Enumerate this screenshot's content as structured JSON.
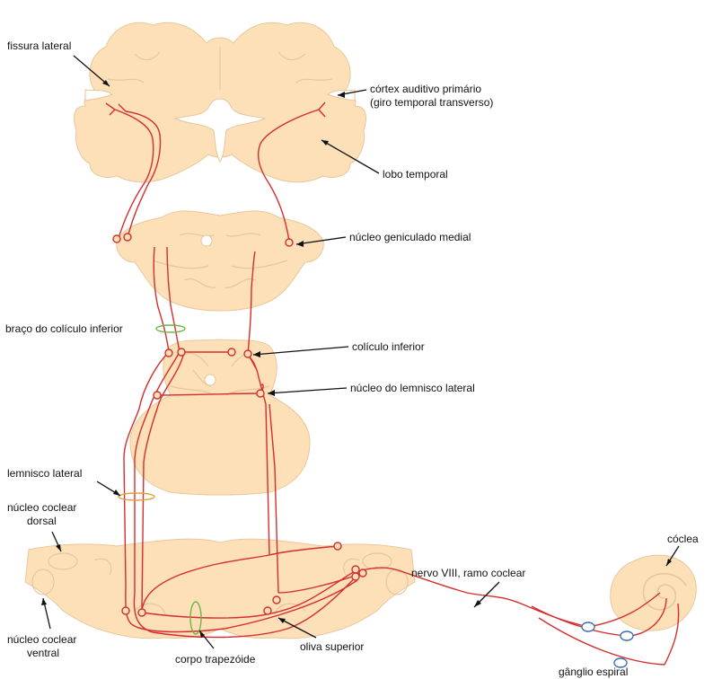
{
  "labels": {
    "fissura_lateral": "fissura lateral",
    "cortex_line1": "córtex auditivo primário",
    "cortex_line2": "(giro temporal transverso)",
    "lobo_temporal": "lobo temporal",
    "geniculado": "núcleo geniculado medial",
    "braco": "braço do colículo inferior",
    "coliculo": "colículo inferior",
    "lemnisco_nucleo": "núcleo do lemnisco lateral",
    "lemnisco_lateral": "lemnisco lateral",
    "coclear_dorsal_1": "núcleo coclear",
    "coclear_dorsal_2": "dorsal",
    "coclear_ventral_1": "núcleo coclear",
    "coclear_ventral_2": "ventral",
    "corpo_trapezoide": "corpo trapezóide",
    "oliva": "oliva superior",
    "nervo": "nervo VIII,   ramo coclear",
    "coclea": "cóclea",
    "ganglio": "gânglio espiral"
  },
  "colors": {
    "tissue": "#fde0b8",
    "pathway": "#d62d2d",
    "ganglion": "#3b6fb6",
    "tract_ring": "#6fb34a"
  }
}
